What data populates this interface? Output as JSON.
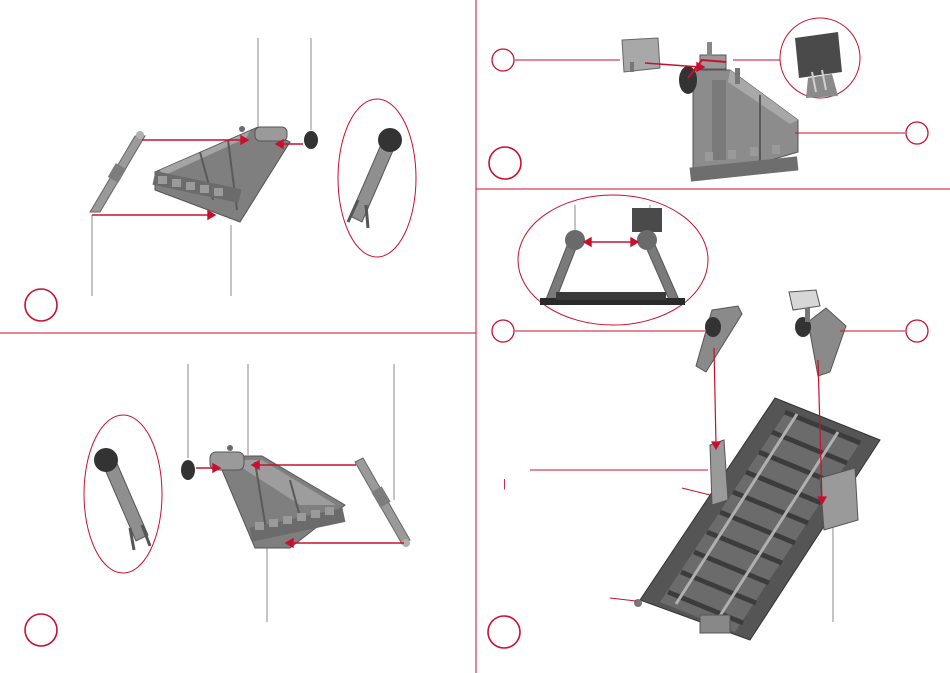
{
  "sheet": {
    "accent_color": "#c8102e",
    "part_color": "#8e8e8e",
    "part_dark_color": "#3a3a3a",
    "steps": [
      {
        "id": "step-1",
        "label": ""
      },
      {
        "id": "step-2",
        "label": ""
      },
      {
        "id": "step-3",
        "label": ""
      },
      {
        "id": "step-4",
        "label": ""
      }
    ],
    "callouts": [
      {
        "id": "callout-sign",
        "label": ""
      },
      {
        "id": "callout-buffer",
        "label": ""
      },
      {
        "id": "callout-left-buffer",
        "label": ""
      },
      {
        "id": "callout-right-buffer",
        "label": ""
      }
    ],
    "stray_mark": "|"
  }
}
